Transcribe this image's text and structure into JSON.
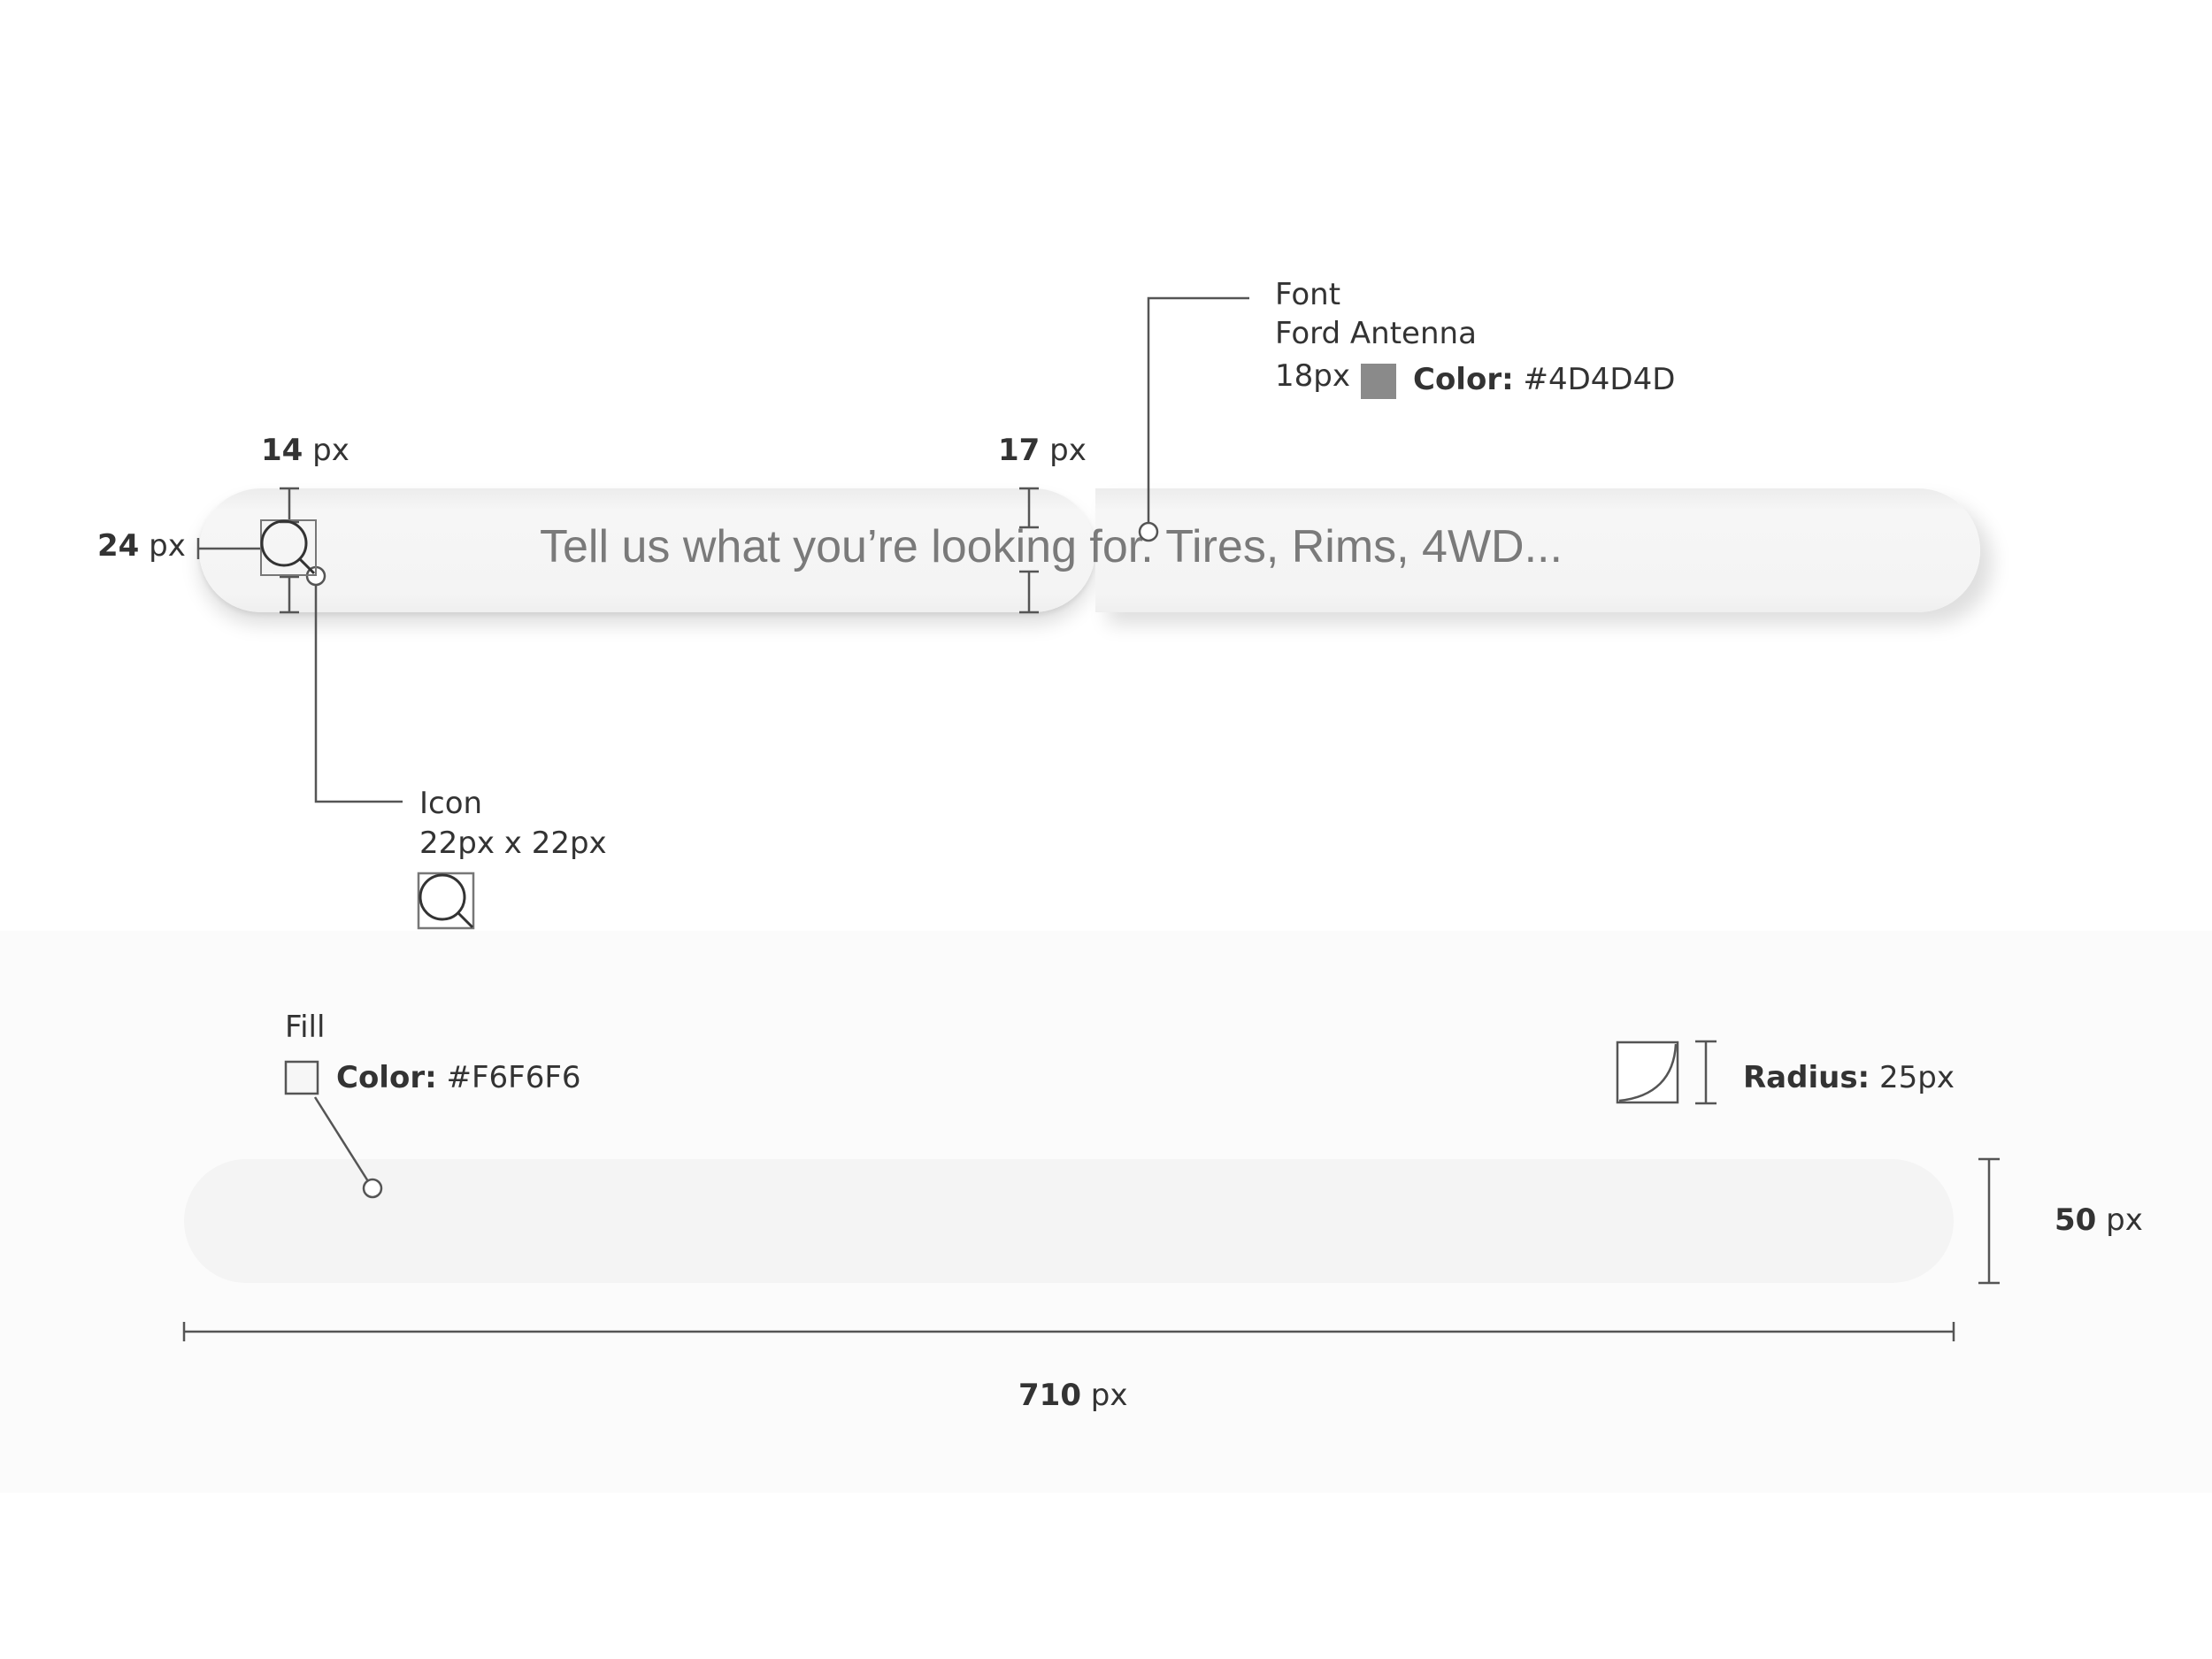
{
  "search": {
    "placeholder": "Tell us what you’re looking for. Tires, Rims, 4WD..."
  },
  "annotations": {
    "icon_padding_top_value": "14",
    "icon_padding_top_unit": "px",
    "text_padding_value": "17",
    "text_padding_unit": "px",
    "icon_left_value": "24",
    "icon_left_unit": "px",
    "font_title": "Font",
    "font_name": "Ford Antenna",
    "font_size": "18px",
    "font_color_label": "Color:",
    "font_color_value": "#4D4D4D",
    "icon_title": "Icon",
    "icon_size": "22px x 22px",
    "fill_title": "Fill",
    "fill_color_label": "Color:",
    "fill_color_value": "#F6F6F6",
    "radius_label": "Radius:",
    "radius_value": "25px",
    "height_value": "50",
    "height_unit": "px",
    "width_value": "710",
    "width_unit": "px"
  },
  "colors": {
    "font_color": "#4D4D4D",
    "font_swatch": "#8a8a8a",
    "fill_color": "#F6F6F6"
  },
  "icons": [
    "search-icon",
    "corner-radius-icon"
  ]
}
